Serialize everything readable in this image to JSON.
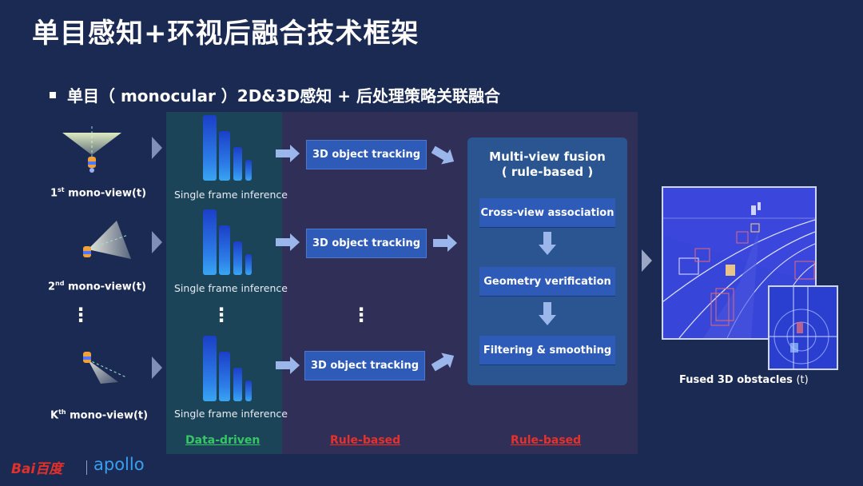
{
  "slide": {
    "title": "单目感知+环视后融合技术框架",
    "bullet": "单目（ monocular ）2D&3D感知 + 后处理策略关联融合"
  },
  "views": [
    {
      "num": "1",
      "sup": "st",
      "suffix": " mono-view(t)"
    },
    {
      "num": "2",
      "sup": "nd",
      "suffix": " mono-view(t)"
    },
    {
      "num": "K",
      "sup": "th",
      "suffix": " mono-view(t)"
    }
  ],
  "inference": {
    "label": "Single frame inference"
  },
  "tracking": {
    "label": "3D object tracking"
  },
  "fusion": {
    "title_line1": "Multi-view fusion",
    "title_line2": "( rule-based )",
    "steps": [
      "Cross-view association",
      "Geometry verification",
      "Filtering & smoothing"
    ]
  },
  "sections": {
    "data_driven": "Data-driven",
    "rule_based_1": "Rule-based",
    "rule_based_2": "Rule-based"
  },
  "output": {
    "caption_main": "Fused 3D obstacles",
    "caption_t": "(t)"
  },
  "logos": {
    "baidu": "Bai百度",
    "apollo": "apollo"
  },
  "colors": {
    "background": "#1b2a52",
    "data_panel": "#1c4458",
    "rule_panel": "#2f2f58",
    "button": "#2e5bb8",
    "data_driven_label": "#35c764",
    "rule_based_label": "#e8302a"
  }
}
